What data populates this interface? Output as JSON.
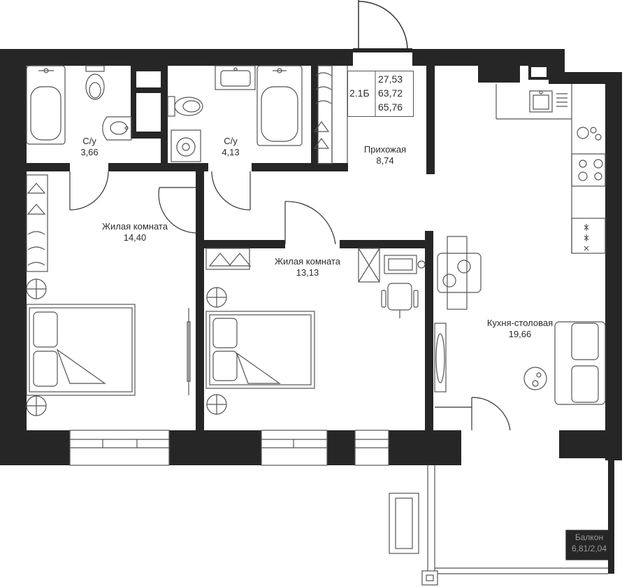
{
  "plan": {
    "unit": {
      "code": "2.1Б",
      "areas": [
        "27,53",
        "63,72",
        "65,76"
      ]
    },
    "rooms": {
      "bath1": {
        "name": "С/у",
        "area": "3,66"
      },
      "bath2": {
        "name": "С/у",
        "area": "4,13"
      },
      "hall": {
        "name": "Прихожая",
        "area": "8,74"
      },
      "living1": {
        "name": "Жилая комната",
        "area": "14,40"
      },
      "living2": {
        "name": "Жилая комната",
        "area": "13,13"
      },
      "kitchen": {
        "name": "Кухня-столовая",
        "area": "19,66"
      },
      "balcony": {
        "name": "Балкон",
        "area": "6,81/2,04"
      }
    },
    "colors": {
      "wall": "#262626",
      "line": "#555555",
      "text": "#2b2b2b",
      "balcony_text": "#9a9a9a"
    }
  }
}
